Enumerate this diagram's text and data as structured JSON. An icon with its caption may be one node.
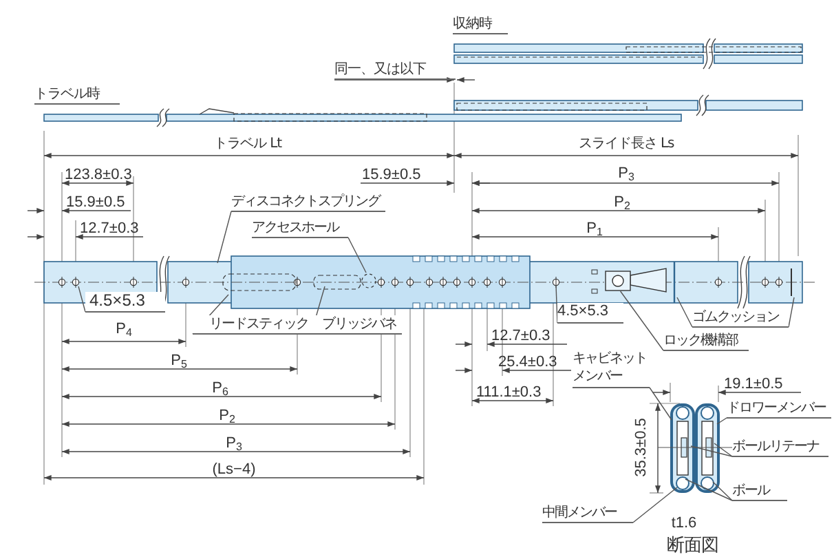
{
  "diagram": {
    "nodes": [
      {
        "text": [
          "ディスコネクトスプリング"
        ]
      },
      {
        "text": [
          "アクセスホール"
        ]
      },
      {
        "text": [
          "リードスティック"
        ]
      },
      {
        "text": [
          "ブリッジバネ"
        ]
      },
      {
        "text": [
          "4.5×5.3"
        ]
      },
      {
        "text": [
          "4.5×5.3"
        ]
      },
      {
        "text": [
          "ロック機構部"
        ]
      },
      {
        "text": [
          "ゴムクッション"
        ]
      },
      {
        "text": [
          "キャビネットメンバー"
        ]
      },
      {
        "text": [
          "ドロワーメンバー"
        ]
      },
      {
        "text": [
          "ボールリテーナ"
        ]
      },
      {
        "text": [
          "ボール"
        ]
      },
      {
        "text": [
          "中間メンバー"
        ]
      },
      {
        "text": [],
        "shape": "box"
      }
    ],
    "edges": [
      {
        "from": 0,
        "to": null,
        "arrow": "none"
      },
      {
        "from": 1,
        "to": null,
        "arrow": "none"
      },
      {
        "from": 2,
        "to": null,
        "arrow": "none"
      },
      {
        "from": 3,
        "to": null,
        "arrow": "none"
      },
      {
        "from": 4,
        "to": null,
        "arrow": "none"
      },
      {
        "from": 5,
        "to": null,
        "arrow": "none"
      },
      {
        "from": 6,
        "to": 13,
        "arrow": "none"
      },
      {
        "from": 7,
        "to": null,
        "arrow": "none"
      },
      {
        "from": 7,
        "to": null,
        "arrow": "none"
      },
      {
        "from": 8,
        "to": null,
        "arrow": "none"
      },
      {
        "from": 9,
        "to": null,
        "arrow": "none"
      },
      {
        "from": 10,
        "to": null,
        "arrow": "none"
      },
      {
        "from": 10,
        "to": null,
        "arrow": "none"
      },
      {
        "from": 11,
        "to": null,
        "arrow": "none"
      },
      {
        "from": 11,
        "to": null,
        "arrow": "none"
      },
      {
        "from": 12,
        "to": null,
        "arrow": "none"
      }
    ],
    "labels": [
      "収納時",
      "同一、又は以下",
      "トラベル時",
      "トラベル Lt",
      "スライド長さ Ls",
      "123.8±0.3",
      "15.9±0.5",
      "12.7±0.3",
      "15.9±0.5",
      "P$_{3}$",
      "P$_{2}$",
      "P$_{1}$",
      "12.7±0.3",
      "25.4±0.3",
      "111.1±0.3",
      "P$_{4}$",
      "P$_{5}$",
      "P$_{6}$",
      "P$_{2}$",
      "P$_{3}$",
      "(Ls−4)",
      "19.1±0.5",
      "35.3±0.5",
      "t1.6",
      "断面図"
    ]
  }
}
